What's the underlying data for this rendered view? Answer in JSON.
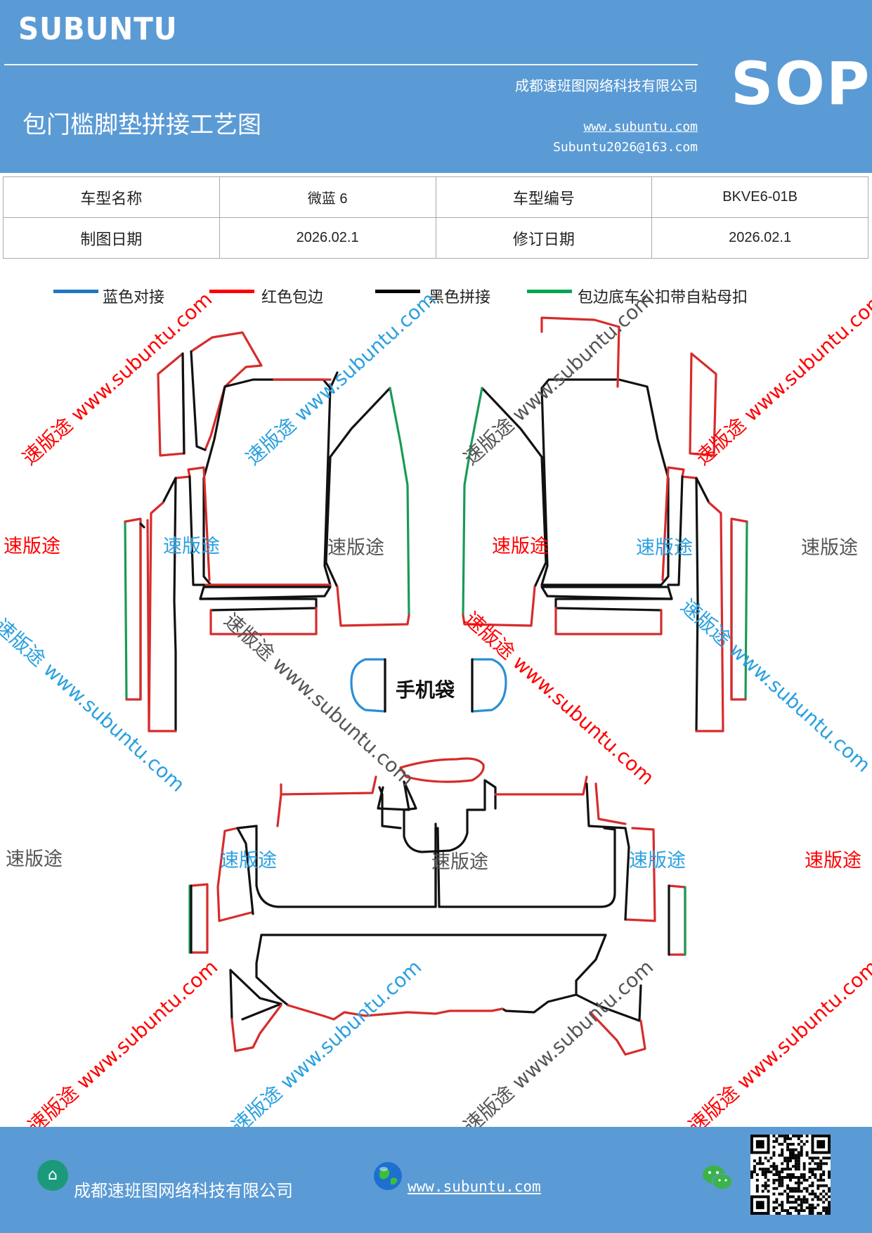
{
  "header": {
    "brand": "SUBUNTU",
    "company": "成都速班图网络科技有限公司",
    "title": "包门槛脚垫拼接工艺图",
    "website": "www.subuntu.com",
    "email": "Subuntu2026@163.com",
    "badge": "SOP"
  },
  "info_table": {
    "model_name_label": "车型名称",
    "model_name_value": "微蓝 6",
    "model_code_label": "车型编号",
    "model_code_value": "BKVE6-01B",
    "draw_date_label": "制图日期",
    "draw_date_value": "2026.02.1",
    "revision_date_label": "修订日期",
    "revision_date_value": "2026.02.1"
  },
  "legend": [
    {
      "label": "蓝色对接",
      "color": "#1f77c4"
    },
    {
      "label": "红色包边",
      "color": "#ff0000"
    },
    {
      "label": "黑色拼接",
      "color": "#000000"
    },
    {
      "label": "包边底车公扣带自粘母扣",
      "color": "#00a651"
    }
  ],
  "drawing": {
    "phone_bag_label": "手机袋",
    "colors": {
      "blue": "#2b8fd6",
      "red": "#d62c2c",
      "black": "#111111",
      "green": "#1a9a55"
    }
  },
  "watermarks": {
    "brand_text": "速版途",
    "diagonal_text": "速版途 www.subuntu.com",
    "website_text": "www.subuntu.com",
    "colors": {
      "red": "#ff0000",
      "blue": "#2aa0e0",
      "gray": "#555555"
    }
  },
  "footer": {
    "company": "成都速班图网络科技有限公司",
    "website": "www.subuntu.com"
  }
}
